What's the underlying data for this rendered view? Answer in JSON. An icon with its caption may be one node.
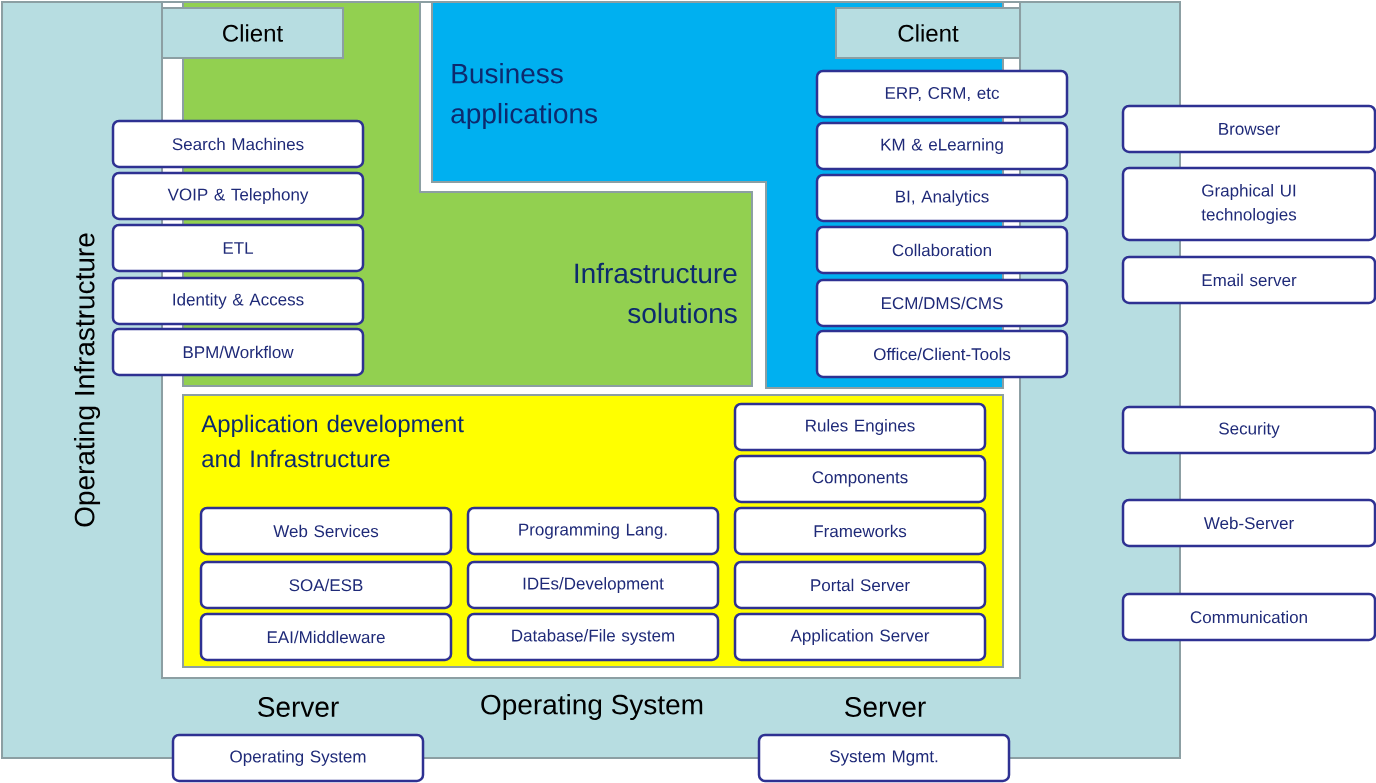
{
  "diagram": {
    "nodes": [
      {
        "text": [
          "Operating Infrastructure"
        ]
      },
      {
        "text": [
          "Client"
        ],
        "in": 0
      },
      {
        "text": [
          "Business applications"
        ],
        "in": 0
      },
      {
        "text": [
          "Client"
        ],
        "in": 0
      },
      {
        "text": [
          "Infrastructure solutions"
        ],
        "in": 0
      },
      {
        "text": [
          "Search Machines"
        ],
        "in": 0
      },
      {
        "text": [
          "VOIP & Telephony"
        ],
        "in": 0
      },
      {
        "text": [
          "ETL"
        ],
        "in": 0
      },
      {
        "text": [
          "Identity & Access"
        ],
        "in": 0
      },
      {
        "text": [
          "BPM/Workflow"
        ],
        "in": 0
      },
      {
        "text": [
          "ERP, CRM, etc"
        ],
        "in": 0
      },
      {
        "text": [
          "KM & eLearning"
        ],
        "in": 0
      },
      {
        "text": [
          "BI, Analytics"
        ],
        "in": 0
      },
      {
        "text": [
          "Collaboration"
        ],
        "in": 0
      },
      {
        "text": [
          "ECM/DMS/CMS"
        ],
        "in": 0
      },
      {
        "text": [
          "Office/Client-Tools"
        ],
        "in": 0
      },
      {
        "text": [
          "Browser"
        ]
      },
      {
        "text": [
          "Graphical UI technologies"
        ]
      },
      {
        "text": [
          "Email server"
        ]
      },
      {
        "text": [
          "Application development and Infrastructure"
        ],
        "in": 0
      },
      {
        "text": [
          "Rules Engines"
        ],
        "in": 19
      },
      {
        "text": [
          "Components"
        ],
        "in": 19
      },
      {
        "text": [
          "Web Services"
        ],
        "in": 19
      },
      {
        "text": [
          "Programming Lang."
        ],
        "in": 19
      },
      {
        "text": [
          "Frameworks"
        ],
        "in": 19
      },
      {
        "text": [
          "SOA/ESB"
        ],
        "in": 19
      },
      {
        "text": [
          "IDEs/Development"
        ],
        "in": 19
      },
      {
        "text": [
          "Portal Server"
        ],
        "in": 19
      },
      {
        "text": [
          "EAI/Middleware"
        ],
        "in": 19
      },
      {
        "text": [
          "Database/File system"
        ],
        "in": 19
      },
      {
        "text": [
          "Application Server"
        ],
        "in": 19
      },
      {
        "text": [
          "Security"
        ]
      },
      {
        "text": [
          "Web-Server"
        ]
      },
      {
        "text": [
          "Communication"
        ]
      },
      {
        "text": [
          "Operating System"
        ]
      },
      {
        "text": [
          "System Mgmt."
        ]
      }
    ],
    "labels": [
      "Server",
      "Operating System",
      "Server"
    ]
  }
}
